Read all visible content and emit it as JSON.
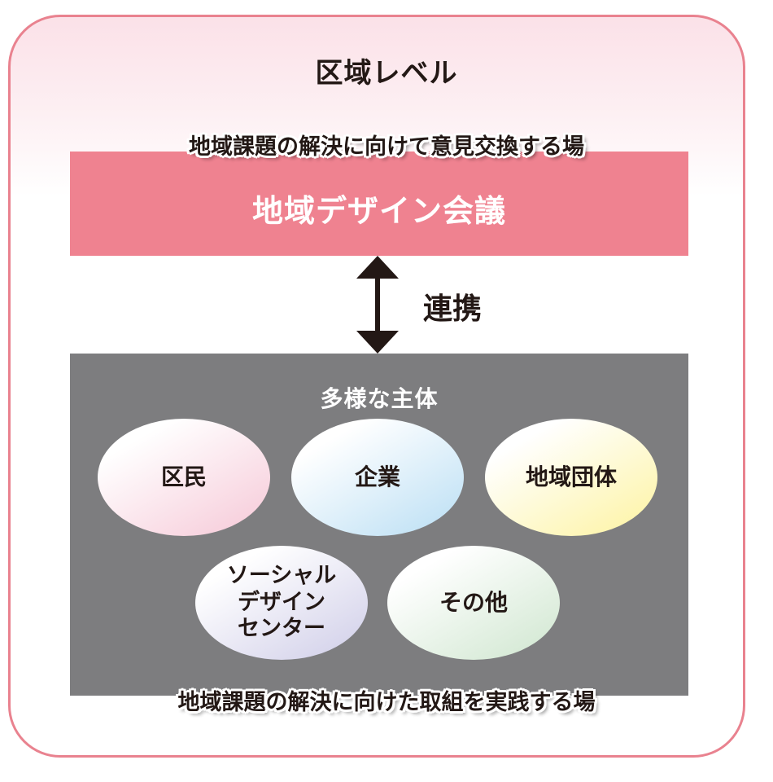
{
  "level_title": "区域レベル",
  "council": {
    "caption": "地域課題の解決に向けて意見交換する場",
    "name": "地域デザイン会議"
  },
  "link": {
    "label": "連携"
  },
  "actors": {
    "title": "多様な主体",
    "items": [
      {
        "label": "区民"
      },
      {
        "label": "企業"
      },
      {
        "label": "地域団体"
      },
      {
        "label_lines": [
          "ソーシャル",
          "デザイン",
          "センター"
        ]
      },
      {
        "label": "その他"
      }
    ],
    "caption": "地域課題の解決に向けた取組を実践する場"
  },
  "colors": {
    "frame_border": "#e9828f",
    "council_fill": "#ef8290",
    "actors_fill": "#7d7d7f",
    "arrow": "#231815"
  }
}
